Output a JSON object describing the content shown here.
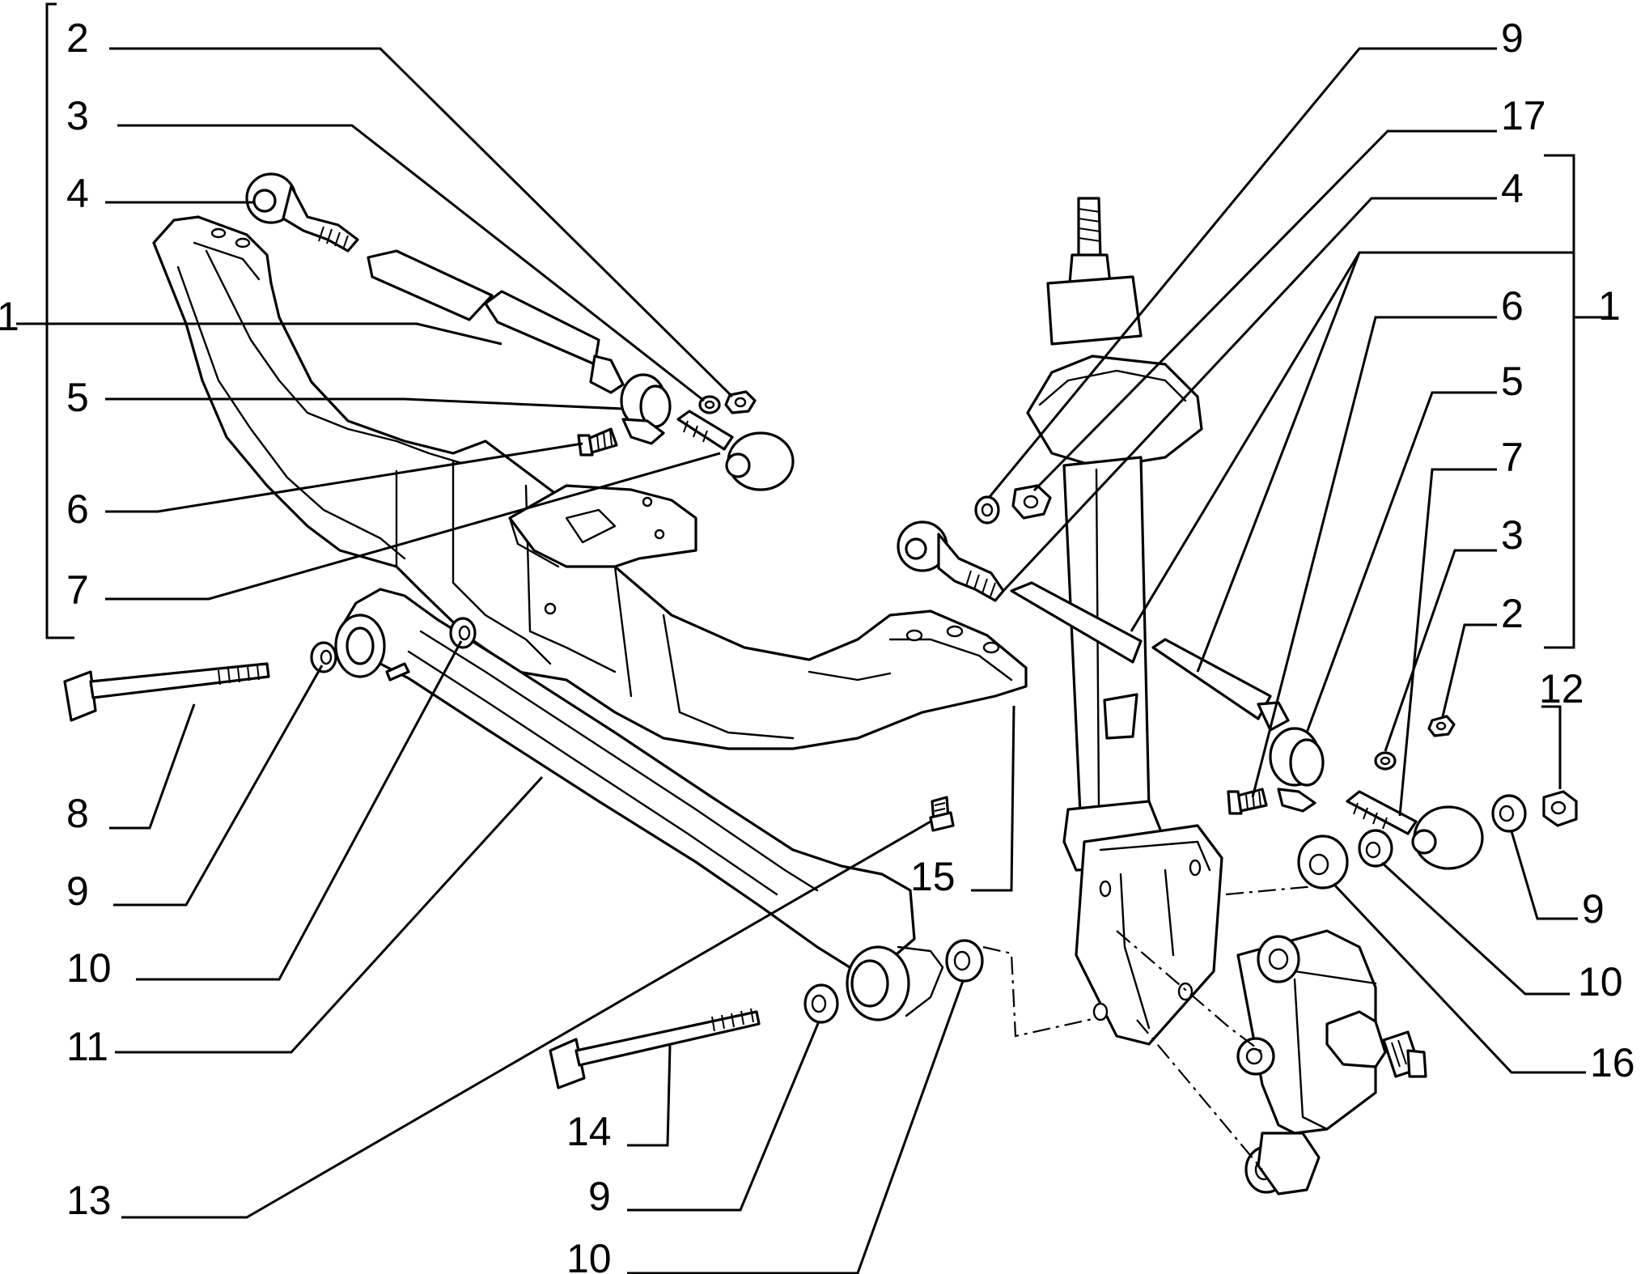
{
  "diagram": {
    "callouts": {
      "left_2": "2",
      "left_3": "3",
      "left_4": "4",
      "left_1": "1",
      "left_5": "5",
      "left_6": "6",
      "left_7": "7",
      "left_8": "8",
      "left_9": "9",
      "left_10": "10",
      "left_11": "11",
      "left_13": "13",
      "center_15": "15",
      "bottom_14": "14",
      "bottom_9": "9",
      "bottom_10": "10",
      "right_9_top": "9",
      "right_17": "17",
      "right_4": "4",
      "right_6": "6",
      "right_1": "1",
      "right_5": "5",
      "right_7": "7",
      "right_3": "3",
      "right_2": "2",
      "right_12": "12",
      "right_9_low": "9",
      "right_10": "10",
      "right_16": "16"
    }
  }
}
